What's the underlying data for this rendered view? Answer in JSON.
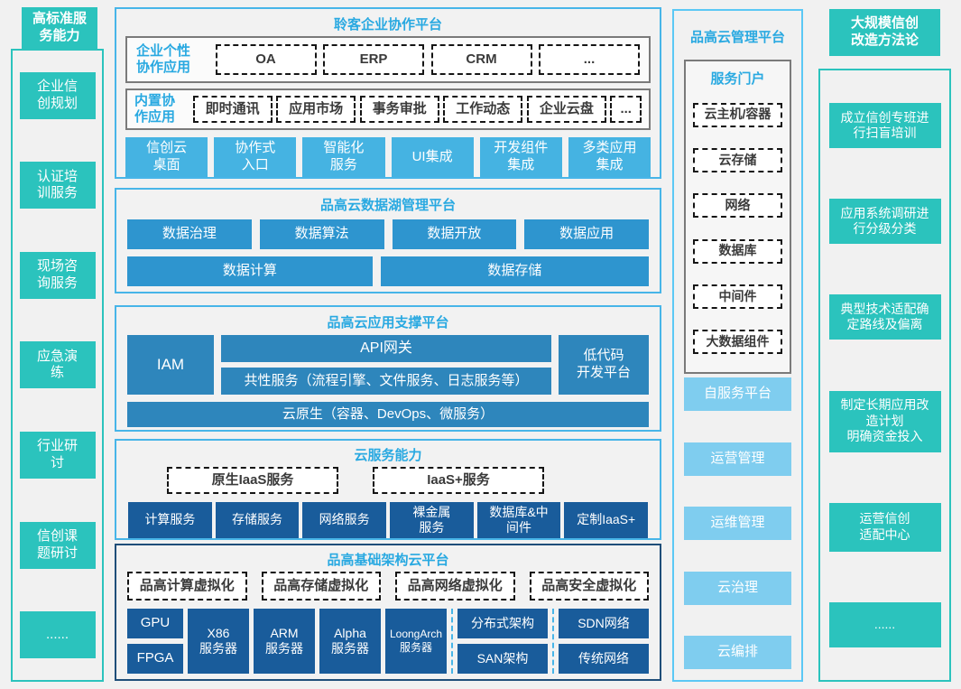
{
  "colors": {
    "teal": "#2bc3bd",
    "sky": "#45b3e2",
    "sky_light": "#7fcdef",
    "mid_blue": "#2e95cf",
    "steel_blue": "#2e86bc",
    "dark_blue": "#195c9b",
    "title_blue": "#29a9e1",
    "section_border": "#47b5e8",
    "navy_border": "#1f4e79",
    "mgmt_border": "#5bc8f5"
  },
  "left_panel": {
    "title": "高标准服\n务能力",
    "items": [
      "企业信\n创规划",
      "认证培\n训服务",
      "现场咨\n询服务",
      "应急演\n练",
      "行业研\n讨",
      "信创课\n题研讨",
      "......"
    ]
  },
  "collab": {
    "title": "聆客企业协作平台",
    "custom_label": "企业个性\n协作应用",
    "custom_items": [
      "OA",
      "ERP",
      "CRM",
      "..."
    ],
    "builtin_label": "内置协\n作应用",
    "builtin_items": [
      "即时通讯",
      "应用市场",
      "事务审批",
      "工作动态",
      "企业云盘",
      "..."
    ],
    "capabilities": [
      "信创云\n桌面",
      "协作式\n入口",
      "智能化\n服务",
      "UI集成",
      "开发组件\n集成",
      "多类应用\n集成"
    ]
  },
  "datalake": {
    "title": "品高云数据湖管理平台",
    "row1": [
      "数据治理",
      "数据算法",
      "数据开放",
      "数据应用"
    ],
    "row2": [
      "数据计算",
      "数据存储"
    ]
  },
  "appsupport": {
    "title": "品高云应用支撑平台",
    "iam": "IAM",
    "api_gateway": "API网关",
    "common_services": "共性服务（流程引擎、文件服务、日志服务等）",
    "lowcode": "低代码\n开发平台",
    "cloud_native": "云原生（容器、DevOps、微服务）"
  },
  "cloudservice": {
    "title": "云服务能力",
    "dashed": [
      "原生IaaS服务",
      "IaaS+服务"
    ],
    "services": [
      "计算服务",
      "存储服务",
      "网络服务",
      "裸金属\n服务",
      "数据库&中\n间件",
      "定制IaaS+"
    ]
  },
  "infra": {
    "title": "品高基础架构云平台",
    "virtualization": [
      "品高计算虚拟化",
      "品高存储虚拟化",
      "品高网络虚拟化",
      "品高安全虚拟化"
    ],
    "compute_small": [
      "GPU",
      "FPGA"
    ],
    "servers": [
      "X86\n服务器",
      "ARM\n服务器",
      "Alpha\n服务器",
      "LoongArch\n服务器"
    ],
    "storage_arch": [
      "分布式架构",
      "SAN架构"
    ],
    "network_arch": [
      "SDN网络",
      "传统网络"
    ]
  },
  "mgmt": {
    "title": "品高云管理平台",
    "portal_title": "服务门户",
    "portal_items": [
      "云主机/容器",
      "云存储",
      "网络",
      "数据库",
      "中间件",
      "大数据组件"
    ],
    "boxes": [
      "自服务平台",
      "运营管理",
      "运维管理",
      "云治理",
      "云编排"
    ]
  },
  "methodology": {
    "title": "大规模信创\n改造方法论",
    "items": [
      "成立信创专班进\n行扫盲培训",
      "应用系统调研进\n行分级分类",
      "典型技术适配确\n定路线及偏离",
      "制定长期应用改\n造计划\n明确资金投入",
      "运营信创\n适配中心",
      "......"
    ]
  }
}
